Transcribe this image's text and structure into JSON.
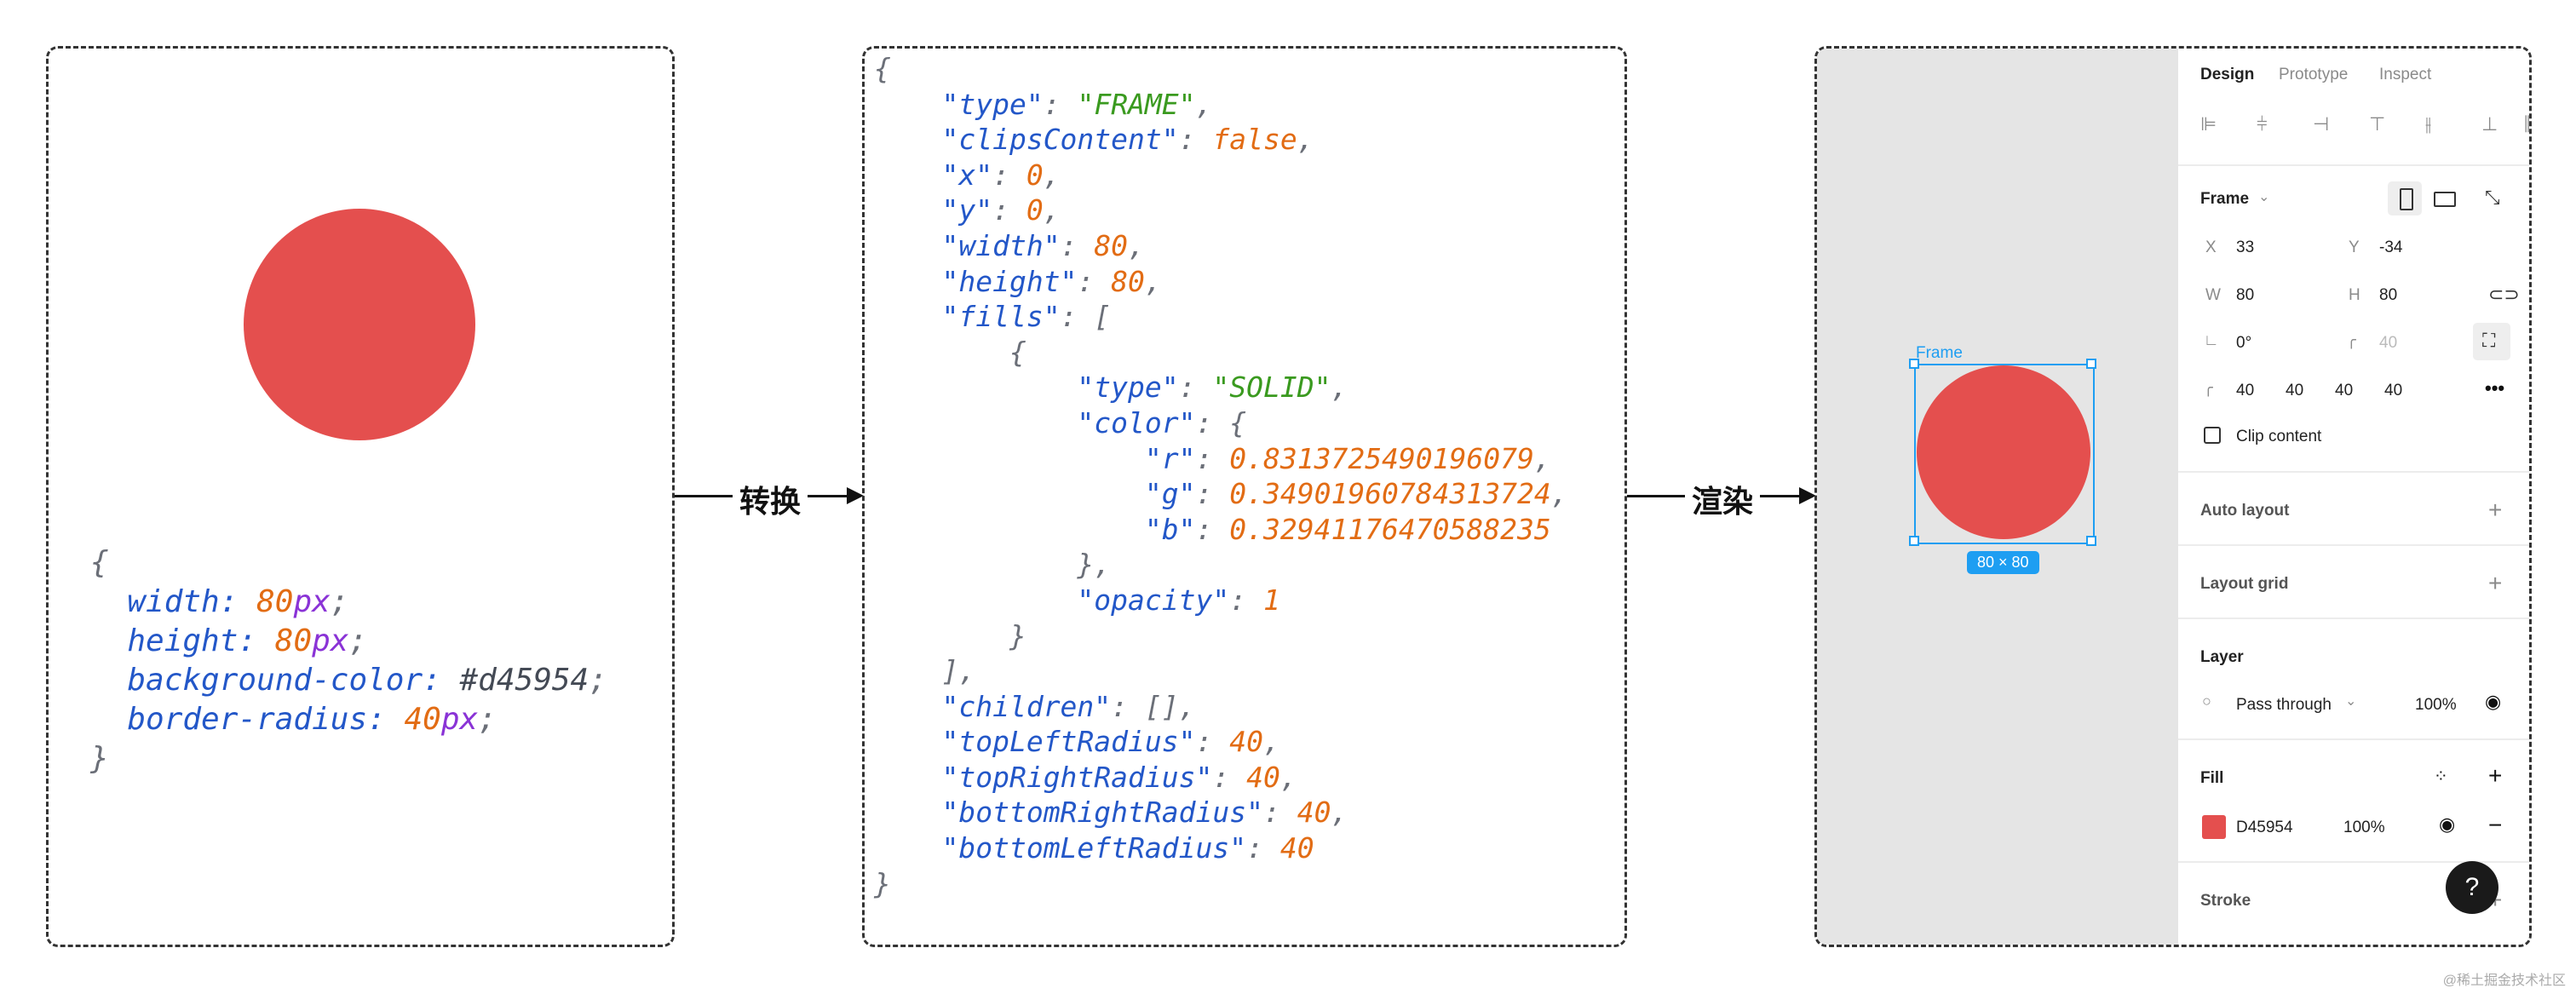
{
  "css_block": {
    "open": "{",
    "close": "}",
    "lines": [
      {
        "prop": "width",
        "num": "80",
        "unit": "px"
      },
      {
        "prop": "height",
        "num": "80",
        "unit": "px"
      },
      {
        "prop": "background-color",
        "hex": "#d45954"
      },
      {
        "prop": "border-radius",
        "num": "40",
        "unit": "px"
      }
    ]
  },
  "arrows": {
    "convert": "转换",
    "render": "渲染"
  },
  "json_block": {
    "type_key": "\"type\"",
    "type_val": "\"FRAME\"",
    "clips_key": "\"clipsContent\"",
    "clips_val": "false",
    "x_key": "\"x\"",
    "x_val": "0",
    "y_key": "\"y\"",
    "y_val": "0",
    "width_key": "\"width\"",
    "width_val": "80",
    "height_key": "\"height\"",
    "height_val": "80",
    "fills_key": "\"fills\"",
    "fill_type_key": "\"type\"",
    "fill_type_val": "\"SOLID\"",
    "color_key": "\"color\"",
    "r_key": "\"r\"",
    "r_val": "0.8313725490196079",
    "g_key": "\"g\"",
    "g_val": "0.34901960784313724",
    "b_key": "\"b\"",
    "b_val": "0.32941176470588235",
    "opacity_key": "\"opacity\"",
    "opacity_val": "1",
    "children_key": "\"children\"",
    "tl_key": "\"topLeftRadius\"",
    "tl_val": "40",
    "tr_key": "\"topRightRadius\"",
    "tr_val": "40",
    "br_key": "\"bottomRightRadius\"",
    "br_val": "40",
    "bl_key": "\"bottomLeftRadius\"",
    "bl_val": "40"
  },
  "figma": {
    "tabs": [
      "Design",
      "Prototype",
      "Inspect"
    ],
    "frame_label": "Frame",
    "canvas_frame_name": "Frame",
    "size_tag": "80 × 80",
    "x_label": "X",
    "x_value": "33",
    "y_label": "Y",
    "y_value": "-34",
    "w_label": "W",
    "w_value": "80",
    "h_label": "H",
    "h_value": "80",
    "rotation": "0°",
    "radius_value": "40",
    "corners": [
      "40",
      "40",
      "40",
      "40"
    ],
    "clip_content": "Clip content",
    "auto_layout": "Auto layout",
    "layout_grid": "Layout grid",
    "layer": "Layer",
    "blend_mode": "Pass through",
    "layer_opacity": "100%",
    "fill": "Fill",
    "fill_hex": "D45954",
    "fill_opacity": "100%",
    "stroke": "Stroke",
    "help": "?",
    "fill_color": "#e44f4e",
    "accent_color": "#1e9ef2"
  },
  "watermark": "@稀土掘金技术社区"
}
